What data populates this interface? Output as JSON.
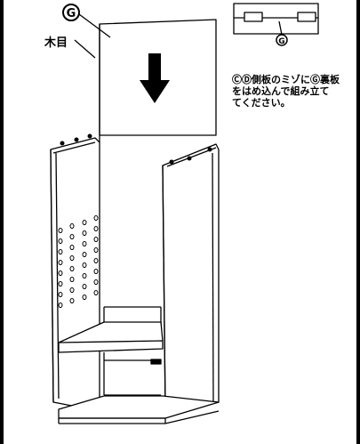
{
  "labels": {
    "part_g": "G",
    "wood_grain": "木目",
    "detail_g": "G",
    "instruction_line1": "ⒸⒹ側板のミゾにⒼ裏板",
    "instruction_line2": "をはめ込んで組み立て",
    "instruction_line3": "てください。"
  }
}
